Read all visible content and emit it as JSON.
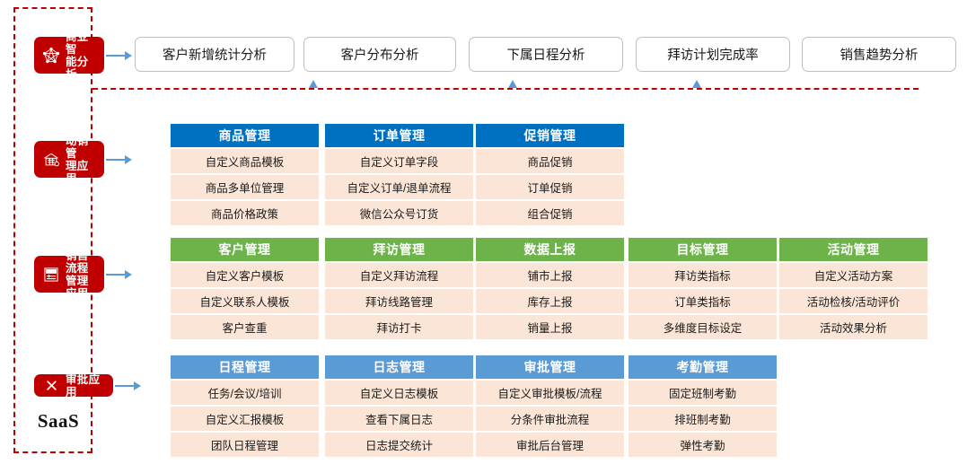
{
  "container": {
    "label": "SaaS",
    "name": "saas-boundary"
  },
  "colors": {
    "badge_red": "#C00000",
    "header_blue": "#0070C0",
    "header_green": "#6EB24A",
    "header_light_blue": "#5B9BD5",
    "row_fill": "#FBE5D6",
    "arrow_blue": "#5B9BD5",
    "dash_red": "#C00000"
  },
  "badges": [
    {
      "id": "bi",
      "label": "商业智\n能分析",
      "icon": "network-graph-icon"
    },
    {
      "id": "dx",
      "label": "动销管\n理应用",
      "icon": "store-house-icon"
    },
    {
      "id": "sp",
      "label": "销售流程\n管理应用",
      "icon": "sale-tag-icon"
    },
    {
      "id": "ap",
      "label": "审批应用",
      "icon": "x-mark-icon"
    }
  ],
  "analysis_pills": [
    {
      "label": "客户新增统计分析"
    },
    {
      "label": "客户分布分析"
    },
    {
      "label": "下属日程分析"
    },
    {
      "label": "拜访计划完成率"
    },
    {
      "label": "销售趋势分析"
    }
  ],
  "groups": [
    {
      "id": "dx-group",
      "header_style": "head-blue",
      "columns": [
        {
          "title": "商品管理",
          "items": [
            "自定义商品模板",
            "商品多单位管理",
            "商品价格政策"
          ]
        },
        {
          "title": "订单管理",
          "items": [
            "自定义订单字段",
            "自定义订单/退单流程",
            "微信公众号订货"
          ]
        },
        {
          "title": "促销管理",
          "items": [
            "商品促销",
            "订单促销",
            "组合促销"
          ]
        }
      ]
    },
    {
      "id": "sp-group",
      "header_style": "head-green",
      "columns": [
        {
          "title": "客户管理",
          "items": [
            "自定义客户模板",
            "自定义联系人模板",
            "客户查重"
          ]
        },
        {
          "title": "拜访管理",
          "items": [
            "自定义拜访流程",
            "拜访线路管理",
            "拜访打卡"
          ]
        },
        {
          "title": "数据上报",
          "items": [
            "铺市上报",
            "库存上报",
            "销量上报"
          ]
        },
        {
          "title": "目标管理",
          "items": [
            "拜访类指标",
            "订单类指标",
            "多维度目标设定"
          ]
        },
        {
          "title": "活动管理",
          "items": [
            "自定义活动方案",
            "活动检核/活动评价",
            "活动效果分析"
          ]
        }
      ]
    },
    {
      "id": "ap-group",
      "header_style": "head-lblue",
      "columns": [
        {
          "title": "日程管理",
          "items": [
            "任务/会议/培训",
            "自定义汇报模板",
            "团队日程管理"
          ]
        },
        {
          "title": "日志管理",
          "items": [
            "自定义日志模板",
            "查看下属日志",
            "日志提交统计"
          ]
        },
        {
          "title": "审批管理",
          "items": [
            "自定义审批模板/流程",
            "分条件审批流程",
            "审批后台管理"
          ]
        },
        {
          "title": "考勤管理",
          "items": [
            "固定班制考勤",
            "排班制考勤",
            "弹性考勤"
          ]
        }
      ]
    }
  ]
}
